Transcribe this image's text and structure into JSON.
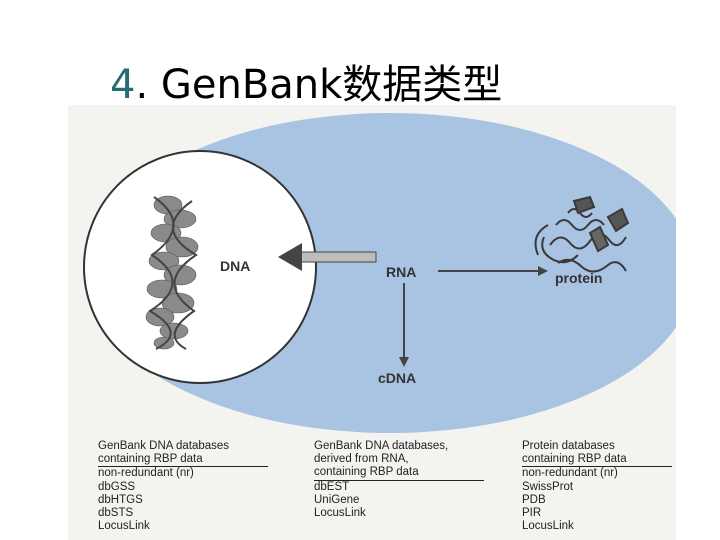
{
  "title": {
    "number": "4",
    "text": ". GenBank数据类型"
  },
  "diagram": {
    "nodes": {
      "dna": "DNA",
      "rna": "RNA",
      "protein": "protein",
      "cdna": "cDNA"
    }
  },
  "columns": [
    {
      "header_lines": [
        "GenBank DNA databases",
        "containing RBP data"
      ],
      "items": [
        "non-redundant (nr)",
        "dbGSS",
        "dbHTGS",
        "dbSTS",
        "LocusLink"
      ]
    },
    {
      "header_lines": [
        "GenBank DNA databases,",
        "derived from RNA,",
        "containing RBP data"
      ],
      "items": [
        "dbEST",
        "UniGene",
        "LocusLink"
      ]
    },
    {
      "header_lines": [
        "Protein databases",
        "containing RBP data"
      ],
      "items": [
        "non-redundant (nr)",
        "SwissProt",
        "PDB",
        "PIR",
        "LocusLink"
      ]
    }
  ],
  "colors": {
    "ellipse": "#a9c3e2",
    "title_number": "#2a6a73",
    "arrow": "#444444"
  }
}
